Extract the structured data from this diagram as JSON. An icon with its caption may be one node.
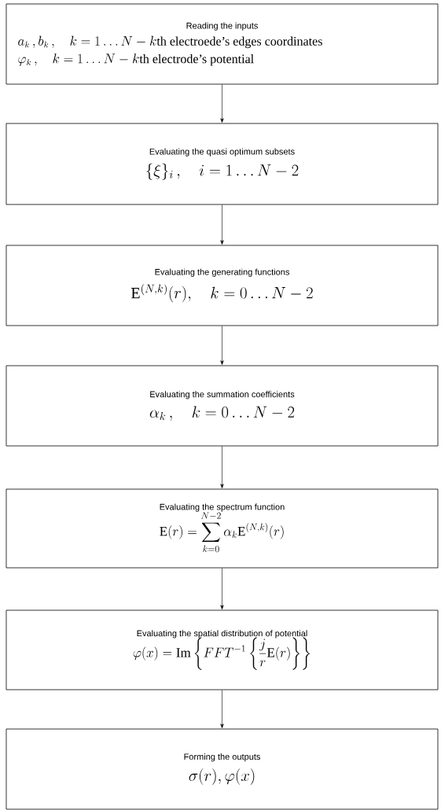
{
  "diagram": {
    "nodes": [
      {
        "text": [
          "Reading  the inputs",
          "a_k\\,,b_k\\,,\\quad k=1\\ldots N-k\\text{th electroede's edges coordinates}",
          "\\varphi_k\\,,\\quad k=1\\ldots N-k\\text{th electrode's potential}"
        ]
      },
      {
        "text": [
          "Evaluating the quasi optimum subsets",
          "\\{\\xi\\}_i\\,,\\quad i=1\\ldots N-2"
        ]
      },
      {
        "text": [
          "Evaluating the generating functions",
          "\\mathrm{E}^{(N,k)}(r),\\quad k=0\\ldots N-2"
        ]
      },
      {
        "text": [
          "Evaluating the summation coefficients",
          "\\alpha_k\\,,\\quad k=0\\ldots N-2"
        ]
      },
      {
        "text": [
          "Evaluating the spectrum function",
          "\\mathrm{E}(r)=\\sum_{k=0}^{N-2}\\alpha_k\\mathrm{E}^{(N,k)}(r)"
        ]
      },
      {
        "text": [
          "Evaluating the spatial distribution of potential",
          "\\varphi(x)=\\mathrm{Im}\\left\\{FFT^{-1}\\left\\{\\frac{j}{r}\\mathrm{E}(r)\\right\\}\\right\\}"
        ]
      },
      {
        "text": [
          "Forming the outputs",
          "\\sigma(r),\\varphi(x)"
        ]
      }
    ],
    "edges": [
      {
        "from": 0,
        "to": 1,
        "arrow": "to"
      },
      {
        "from": 1,
        "to": 2,
        "arrow": "to"
      },
      {
        "from": 2,
        "to": 3,
        "arrow": "to"
      },
      {
        "from": 3,
        "to": 4,
        "arrow": "to"
      },
      {
        "from": 4,
        "to": 5,
        "arrow": "to"
      },
      {
        "from": 5,
        "to": 6,
        "arrow": "to"
      }
    ]
  }
}
